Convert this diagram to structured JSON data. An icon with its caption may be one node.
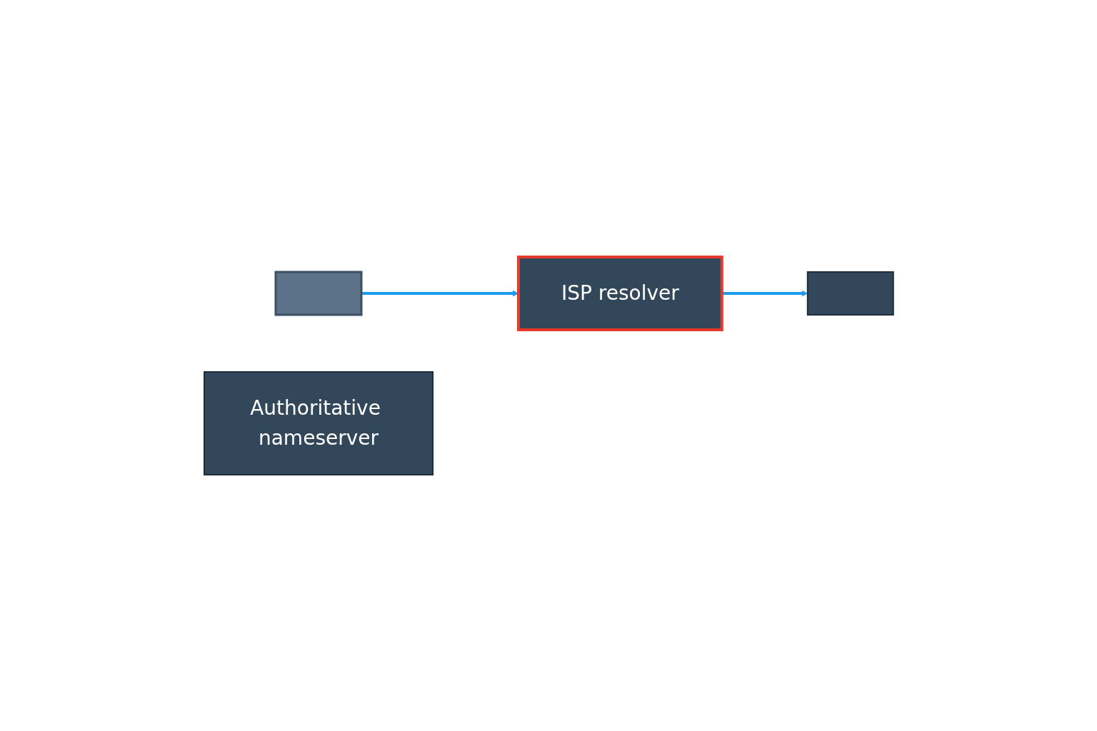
{
  "diagram": {
    "nodes": [
      {
        "text": [],
        "shape": "box"
      },
      {
        "text": [
          "ISP resolver"
        ]
      },
      {
        "text": [],
        "shape": "box"
      },
      {
        "text": [
          "Authoritative nameserver"
        ]
      }
    ],
    "edges": [
      {
        "from": 0,
        "to": 1,
        "arrow": "to"
      },
      {
        "from": 1,
        "to": 2,
        "arrow": "to"
      }
    ]
  }
}
